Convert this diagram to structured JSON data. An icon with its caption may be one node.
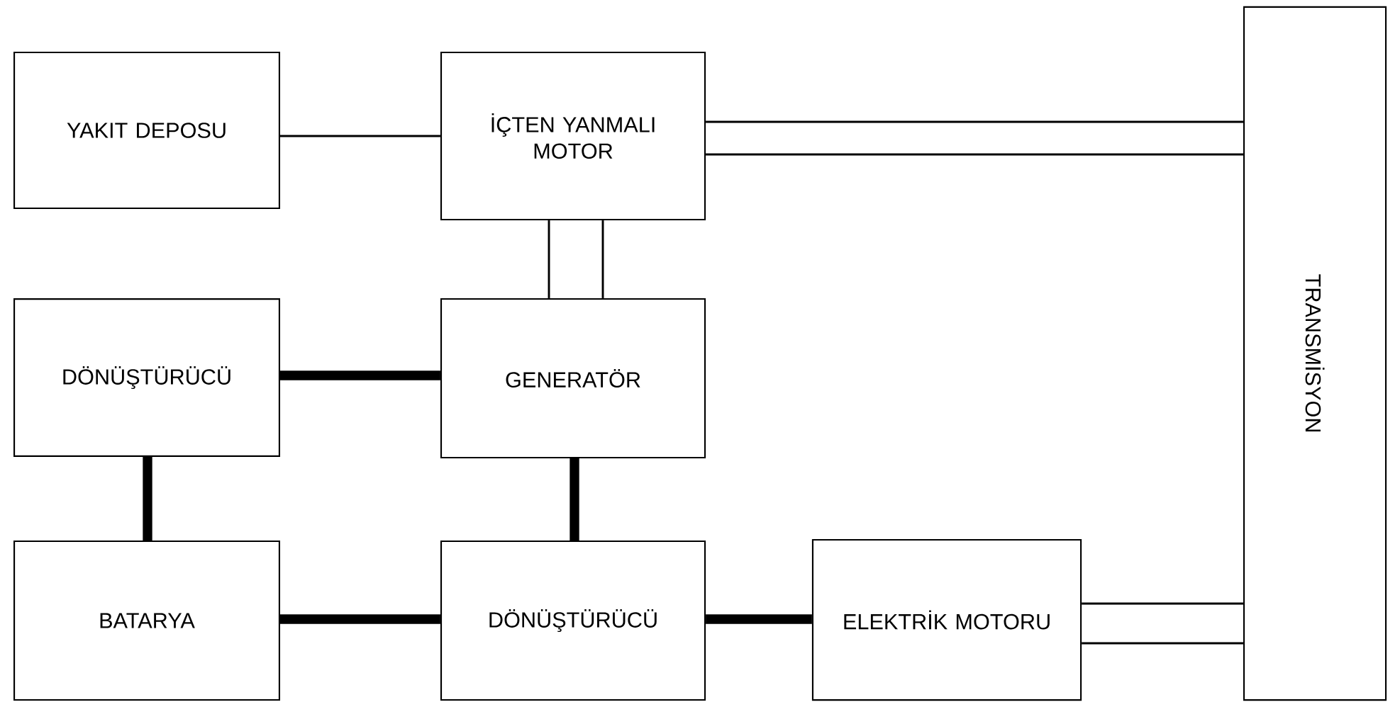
{
  "diagram": {
    "nodes": [
      {
        "text": [
          "YAKIT DEPOSU"
        ]
      },
      {
        "text": [
          "İÇTEN YANMALI MOTOR"
        ]
      },
      {
        "text": [
          "TRANSMİSYON"
        ]
      },
      {
        "text": [
          "DÖNÜŞTÜRÜCÜ"
        ]
      },
      {
        "text": [
          "GENERATÖR"
        ]
      },
      {
        "text": [
          "BATARYA"
        ]
      },
      {
        "text": [
          "DÖNÜŞTÜRÜCÜ"
        ]
      },
      {
        "text": [
          "ELEKTRİK MOTORU"
        ]
      }
    ],
    "edges": [
      {
        "from": 0,
        "to": 1,
        "arrow": "none"
      },
      {
        "from": 1,
        "to": 2,
        "arrow": "none"
      },
      {
        "from": 1,
        "to": 2,
        "arrow": "none"
      },
      {
        "from": 1,
        "to": 4,
        "arrow": "none"
      },
      {
        "from": 1,
        "to": 4,
        "arrow": "none"
      },
      {
        "from": 3,
        "to": 4,
        "arrow": "none",
        "style": "thick"
      },
      {
        "from": 3,
        "to": 5,
        "arrow": "none",
        "style": "thick"
      },
      {
        "from": 4,
        "to": 6,
        "arrow": "none",
        "style": "thick"
      },
      {
        "from": 5,
        "to": 6,
        "arrow": "none",
        "style": "thick"
      },
      {
        "from": 6,
        "to": 7,
        "arrow": "none",
        "style": "thick"
      },
      {
        "from": 7,
        "to": 2,
        "arrow": "none"
      },
      {
        "from": 7,
        "to": 2,
        "arrow": "none"
      }
    ]
  }
}
